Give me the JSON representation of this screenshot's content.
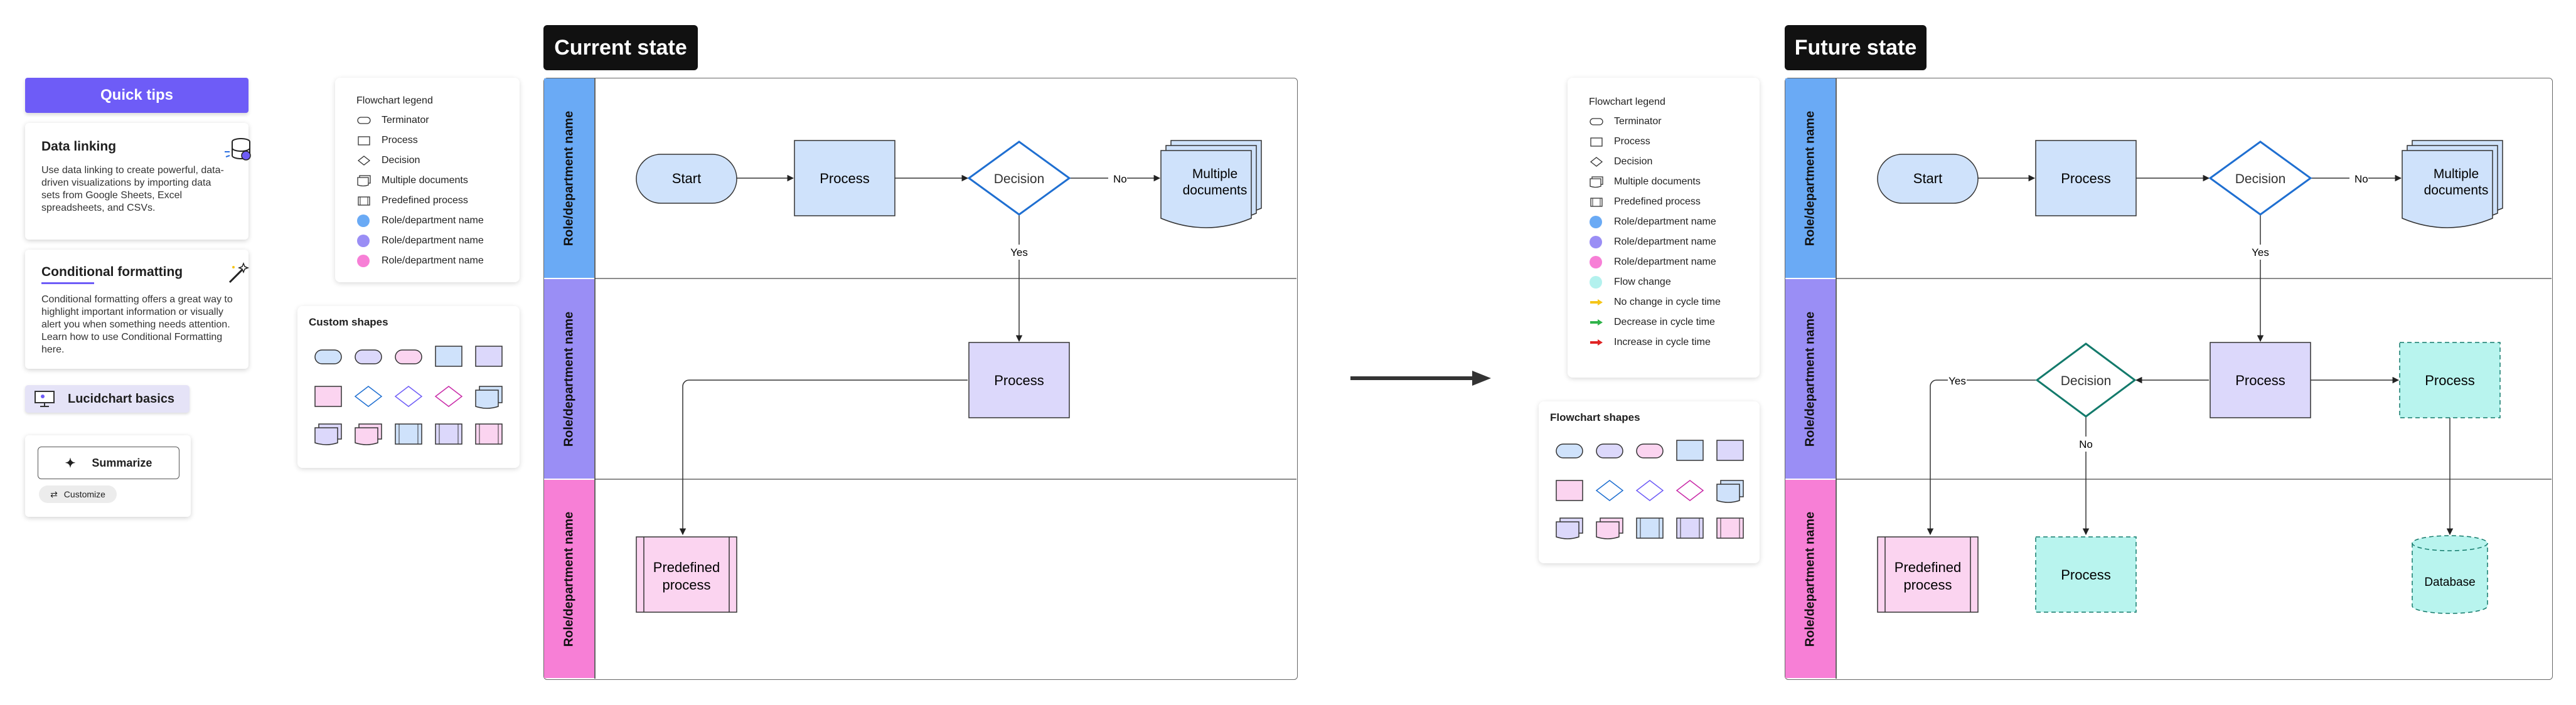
{
  "quick_tips": {
    "header": "Quick tips",
    "data_linking": {
      "title": "Data linking",
      "body": "Use data linking to create powerful, data-driven visualizations by importing data sets from Google Sheets, Excel spreadsheets, and CSVs."
    },
    "conditional_formatting": {
      "title": "Conditional formatting",
      "body": "Conditional formatting offers a great way to highlight important information or visually alert you when something needs attention. Learn how to use Conditional Formatting here."
    },
    "basics_label": "Lucidchart basics",
    "summarize_label": "Summarize",
    "customize_label": "Customize"
  },
  "legend_left": {
    "title": "Flowchart legend",
    "items": [
      {
        "icon": "terminator-shape-icon",
        "label": "Terminator"
      },
      {
        "icon": "process-shape-icon",
        "label": "Process"
      },
      {
        "icon": "decision-shape-icon",
        "label": "Decision"
      },
      {
        "icon": "multiple-documents-shape-icon",
        "label": "Multiple documents"
      },
      {
        "icon": "predefined-process-shape-icon",
        "label": "Predefined process"
      },
      {
        "icon": "blue-dot-icon",
        "color": "#6aaaf5",
        "label": "Role/department name"
      },
      {
        "icon": "purple-dot-icon",
        "color": "#9a8ef5",
        "label": "Role/department name"
      },
      {
        "icon": "pink-dot-icon",
        "color": "#f77fd6",
        "label": "Role/department name"
      }
    ]
  },
  "custom_shapes_title": "Custom shapes",
  "legend_right": {
    "title": "Flowchart legend",
    "items": [
      {
        "icon": "terminator-shape-icon",
        "label": "Terminator"
      },
      {
        "icon": "process-shape-icon",
        "label": "Process"
      },
      {
        "icon": "decision-shape-icon",
        "label": "Decision"
      },
      {
        "icon": "multiple-documents-shape-icon",
        "label": "Multiple documents"
      },
      {
        "icon": "predefined-process-shape-icon",
        "label": "Predefined process"
      },
      {
        "icon": "blue-dot-icon",
        "color": "#6aaaf5",
        "label": "Role/department name"
      },
      {
        "icon": "purple-dot-icon",
        "color": "#9a8ef5",
        "label": "Role/department name"
      },
      {
        "icon": "pink-dot-icon",
        "color": "#f77fd6",
        "label": "Role/department name"
      },
      {
        "icon": "cyan-dot-icon",
        "color": "#b3f1ee",
        "label": "Flow change"
      },
      {
        "icon": "yellow-arrow-icon",
        "color": "#f5c518",
        "label": "No change in cycle time"
      },
      {
        "icon": "green-arrow-icon",
        "color": "#2fb34a",
        "label": "Decrease in cycle time"
      },
      {
        "icon": "red-arrow-icon",
        "color": "#e02424",
        "label": "Increase in cycle time"
      }
    ]
  },
  "flowchart_shapes_title": "Flowchart shapes",
  "current": {
    "title": "Current state",
    "lanes": [
      "Role/department name",
      "Role/department name",
      "Role/department name"
    ],
    "start": "Start",
    "process1": "Process",
    "decision": "Decision",
    "no": "No",
    "yes": "Yes",
    "multi_line1": "Multiple",
    "multi_line2": "documents",
    "process2": "Process",
    "predef_line1": "Predefined",
    "predef_line2": "process"
  },
  "future": {
    "title": "Future state",
    "lanes": [
      "Role/department name",
      "Role/department name",
      "Role/department name"
    ],
    "start": "Start",
    "process1": "Process",
    "decision": "Decision",
    "no": "No",
    "yes": "Yes",
    "multi_line1": "Multiple",
    "multi_line2": "documents",
    "process2": "Process",
    "decision2": "Decision",
    "yes2": "Yes",
    "no2": "No",
    "process3": "Process",
    "predef_line1": "Predefined",
    "predef_line2": "process",
    "process4": "Process",
    "database": "Database"
  },
  "colors": {
    "accent": "#6e5cf7",
    "lane_blue": "#6aaaf5",
    "lane_purple": "#9a8ef5",
    "lane_pink": "#f77fd6",
    "process_fill": "#cfe2fb",
    "decision_stroke": "#1f6fd1",
    "flow_change": "#b8f4ee",
    "flow_change_decision": "#137a6b"
  }
}
